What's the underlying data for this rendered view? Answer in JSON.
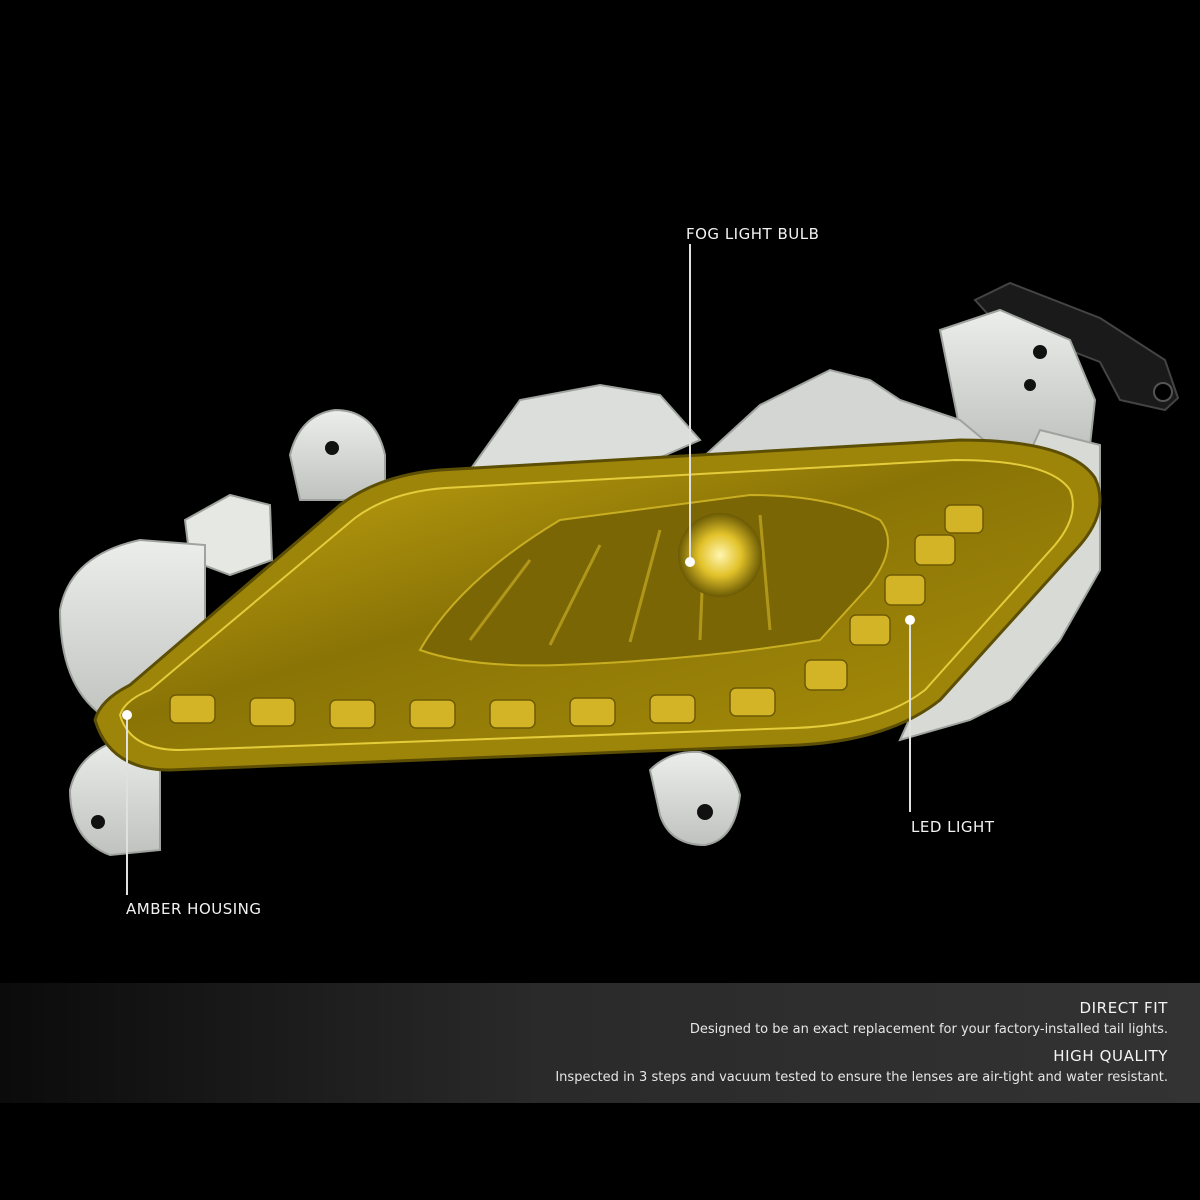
{
  "callouts": {
    "fog_light_bulb": "FOG LIGHT BULB",
    "led_light": "LED LIGHT",
    "amber_housing": "AMBER HOUSING"
  },
  "features": [
    {
      "title": "DIRECT FIT",
      "description": "Designed to be an exact replacement for your factory-installed tail lights."
    },
    {
      "title": "HIGH QUALITY",
      "description": "Inspected in 3 steps and vacuum tested to ensure the lenses are air-tight and water resistant."
    }
  ],
  "colors": {
    "background": "#000000",
    "lens_amber": "#b59a0c",
    "housing": "#d9dbd8",
    "info_bar": "#2f2f2f"
  }
}
